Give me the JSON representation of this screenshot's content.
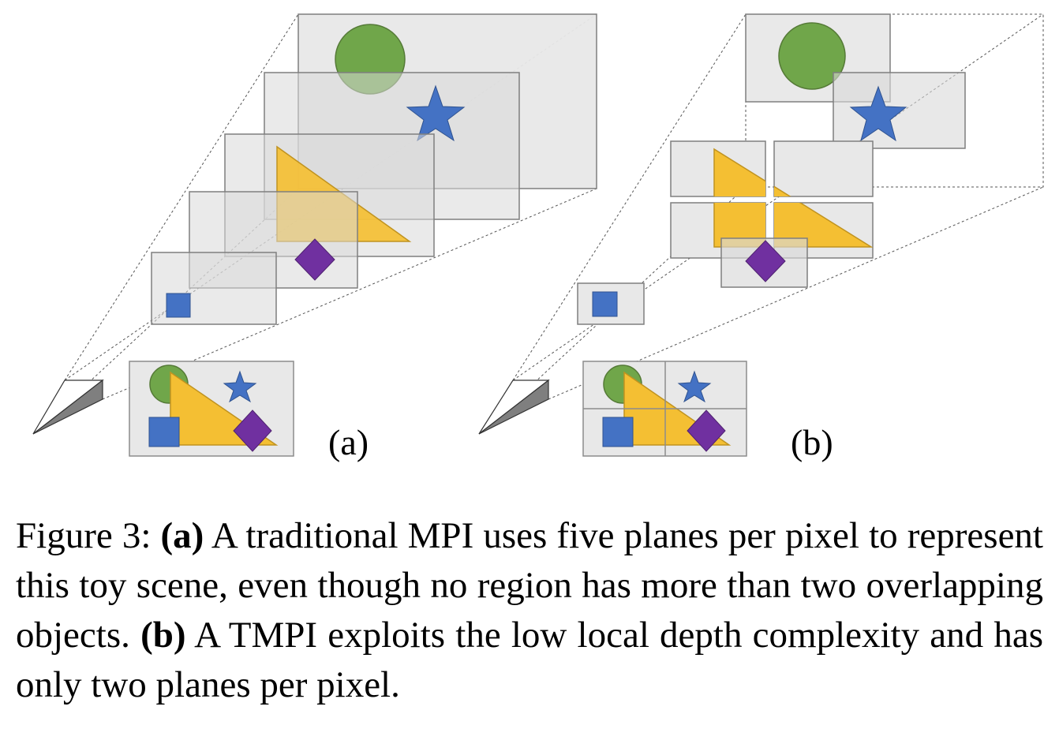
{
  "figure": {
    "panel_a_label": "(a)",
    "panel_b_label": "(b)",
    "colors": {
      "plane_fill": "#d9d9d9",
      "plane_stroke": "#7f7f7f",
      "circle": "#70a64a",
      "star": "#4472c4",
      "triangle": "#f4bf33",
      "diamond": "#7030a0",
      "square": "#4472c4",
      "camera": "#7f7f7f"
    }
  },
  "caption": {
    "prefix": "Figure 3: ",
    "a_marker": "(a)",
    "a_text": " A traditional MPI uses five planes per pixel to represent this toy scene, even though no region has more than two overlapping objects. ",
    "b_marker": "(b)",
    "b_text": " A TMPI exploits the low local depth complexity and has only two planes per pixel."
  }
}
